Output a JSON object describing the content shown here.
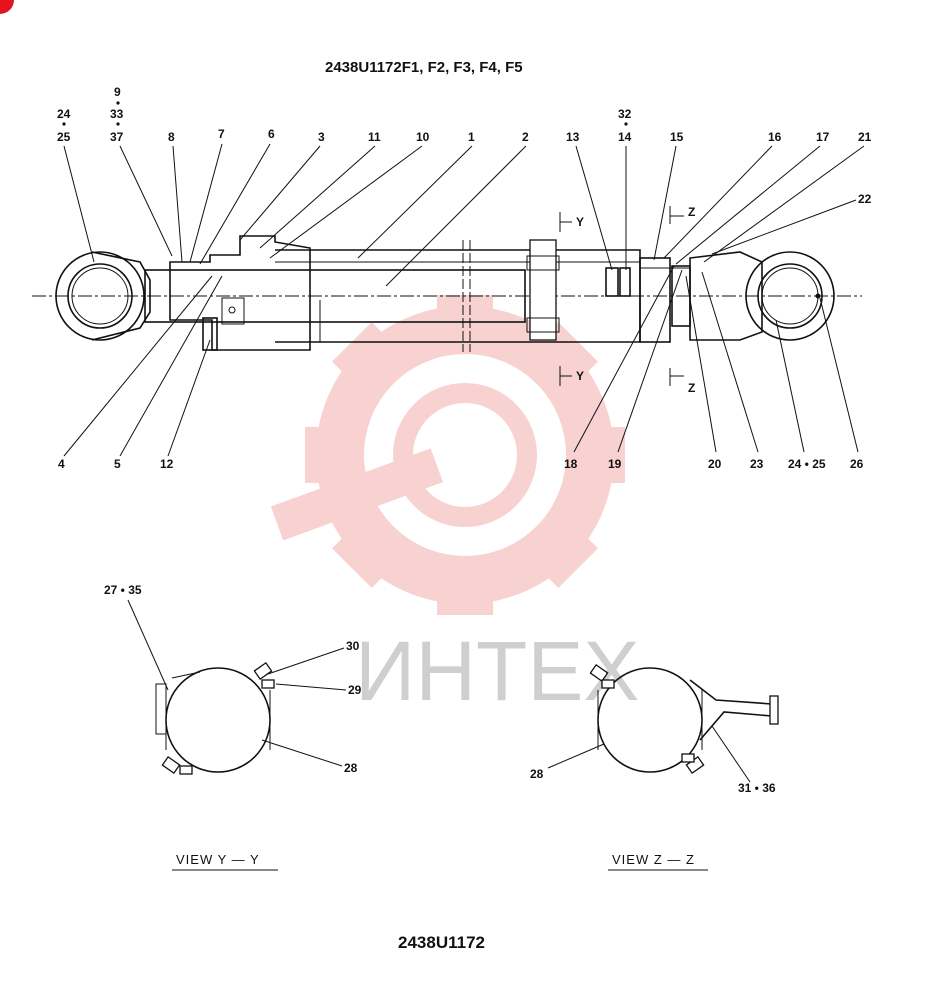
{
  "header": {
    "title": "2438U1172F1, F2, F3, F4, F5"
  },
  "footer": {
    "drawing_number": "2438U1172"
  },
  "watermark": {
    "text": "ИНТЕХ",
    "color": "#f7c9c9"
  },
  "callouts": {
    "c24_25_left": {
      "top": "24",
      "bottom": "25"
    },
    "c9_33_37": {
      "top": "9",
      "middle": "33",
      "bottom": "37"
    },
    "c8": "8",
    "c7": "7",
    "c6": "6",
    "c3": "3",
    "c11": "11",
    "c10": "10",
    "c1": "1",
    "c2": "2",
    "c13": "13",
    "c32_14": {
      "top": "32",
      "bottom": "14"
    },
    "c15": "15",
    "c16": "16",
    "c17": "17",
    "c21": "21",
    "c22": "22",
    "c4": "4",
    "c5": "5",
    "c12": "12",
    "c18": "18",
    "c19": "19",
    "c20": "20",
    "c23": "23",
    "c24_25_right": "24 • 25",
    "c26": "26",
    "c27_35": "27 • 35",
    "c30": "30",
    "c29": "29",
    "c28_left": "28",
    "c28_right": "28",
    "c31_36": "31 • 36"
  },
  "section_marks": {
    "y": "Y",
    "z": "Z"
  },
  "views": {
    "view_y": "VIEW  Y — Y",
    "view_z": "VIEW  Z — Z"
  }
}
